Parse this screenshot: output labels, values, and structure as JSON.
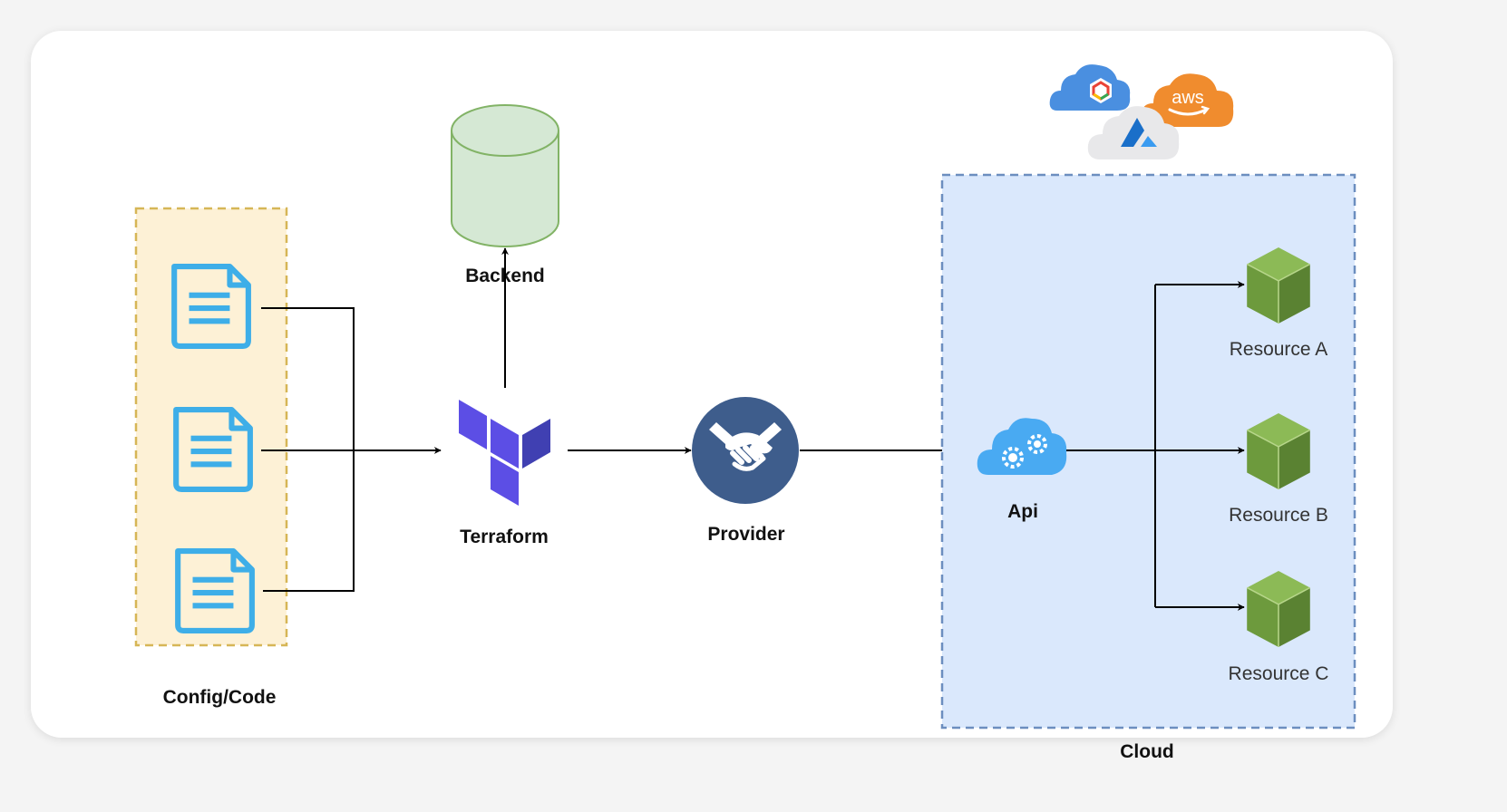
{
  "diagram": {
    "config_label": "Config/Code",
    "backend_label": "Backend",
    "terraform_label": "Terraform",
    "provider_label": "Provider",
    "api_label": "Api",
    "cloud_label": "Cloud",
    "resources": [
      "Resource A",
      "Resource B",
      "Resource C"
    ],
    "cloud_logos": {
      "aws_text": "aws"
    }
  },
  "colors": {
    "config_group_fill": "#fdf1d6",
    "config_group_border": "#d6b656",
    "cloud_group_fill": "#dae8fc",
    "cloud_group_border": "#6c8ebf",
    "backend_fill": "#d5e8d4",
    "backend_border": "#82b366",
    "document_icon": "#3eaee8",
    "terraform_purple": "#5c4ee5",
    "provider_circle": "#3e5d8c",
    "resource_green": "#6d9a3d",
    "api_cloud": "#49aaf2"
  },
  "icons": [
    "document-icon",
    "terraform-logo",
    "handshake-icon",
    "cloud-gears-icon",
    "cube-icon",
    "gcp-cloud-logo",
    "aws-cloud-logo",
    "azure-cloud-logo"
  ]
}
